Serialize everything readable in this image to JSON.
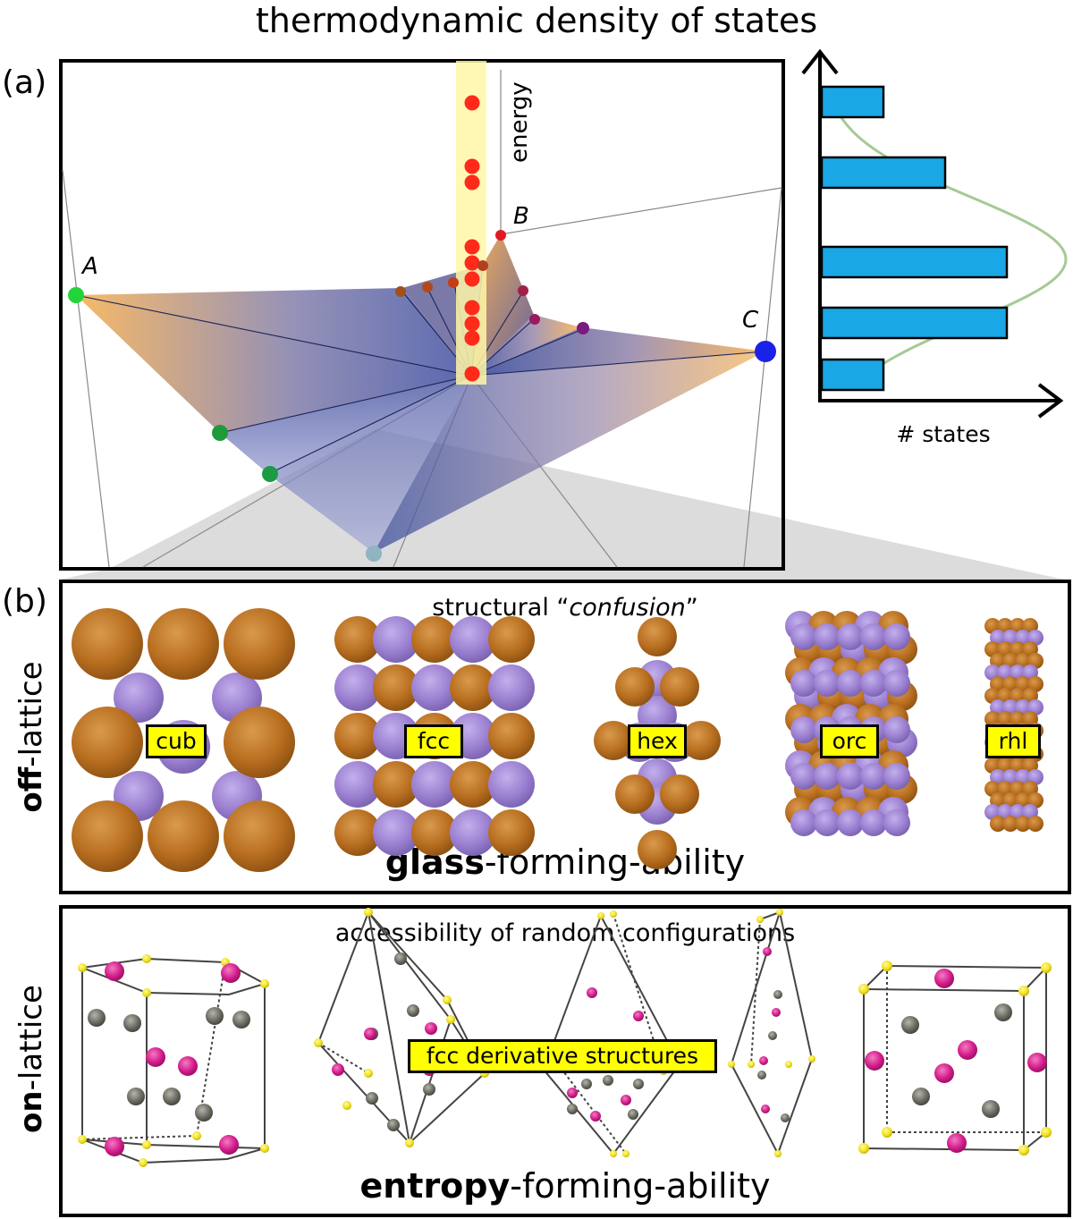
{
  "header": {
    "title": "thermodynamic density of states"
  },
  "panel_a": {
    "letter": "(a)",
    "axis_label": "energy",
    "vertices": {
      "a": "A",
      "b": "B",
      "c": "C"
    },
    "histogram": {
      "xlabel": "# states",
      "bars": [
        0.3,
        0.6,
        0.9,
        0.9,
        0.3
      ],
      "bar_color": "#1aa7e6",
      "curve_color": "#9bc48a"
    }
  },
  "panel_b": {
    "letter": "(b)",
    "off": {
      "side_bold": "off",
      "side_rest": "-lattice",
      "subtitle_pre": "structural “",
      "subtitle_em": "confusion",
      "subtitle_post": "”",
      "ability_bold": "glass",
      "ability_rest": "-forming-ability",
      "structures": [
        "cub",
        "fcc",
        "hex",
        "orc",
        "rhl"
      ],
      "colors": {
        "orange_atom": "#b86e1f",
        "purple_atom": "#9b7fd0"
      }
    },
    "on": {
      "side_bold": "on",
      "side_rest": "-lattice",
      "subtitle": "accessibility of random configurations",
      "ability_bold": "entropy",
      "ability_rest": "-forming-ability",
      "tag": "fcc derivative structures",
      "colors": {
        "magenta_atom": "#d41c8c",
        "gray_atom": "#6b6b62",
        "yellow_atom": "#f2e21a"
      }
    }
  }
}
